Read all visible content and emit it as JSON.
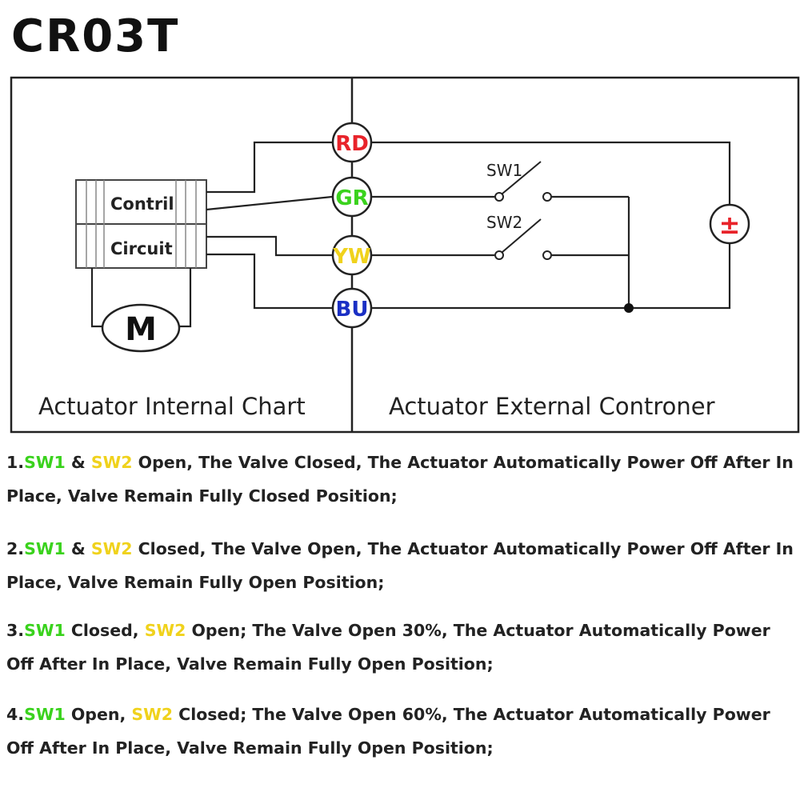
{
  "title": "CR03T",
  "diagram": {
    "internal": {
      "label_line1": "Contril",
      "label_line2": "Circuit",
      "motor": "M",
      "caption": "Actuator Internal Chart"
    },
    "external_caption": "Actuator External Controner",
    "terminals": [
      {
        "label": "RD",
        "color": "#e8232a"
      },
      {
        "label": "GR",
        "color": "#3ad21d"
      },
      {
        "label": "YW",
        "color": "#f0d21c"
      },
      {
        "label": "BU",
        "color": "#1a2fc4"
      }
    ],
    "switches": [
      {
        "label": "SW1"
      },
      {
        "label": "SW2"
      }
    ],
    "power_symbol": "±",
    "power_color": "#e8232a"
  },
  "notes": [
    {
      "num": "1.",
      "sw1": "SW1",
      "joiner": " & ",
      "sw2": "SW2",
      "line1_rest": " Open, The Valve Closed, The Actuator Automatically Power Off After In",
      "line2": "Place, Valve Remain Fully Closed Position;"
    },
    {
      "num": "2.",
      "sw1": "SW1",
      "joiner": " & ",
      "sw2": "SW2",
      "line1_rest": " Closed, The Valve Open, The Actuator Automatically Power Off After In",
      "line2": "Place, Valve Remain Fully Open Position;"
    },
    {
      "num": "3.",
      "sw1": "SW1",
      "joiner": " Closed, ",
      "sw2": "SW2",
      "line1_rest": " Open; The Valve Open 30%, The Actuator Automatically Power",
      "line2": "Off After In Place, Valve Remain Fully Open Position;"
    },
    {
      "num": "4.",
      "sw1": "SW1",
      "joiner": " Open, ",
      "sw2": "SW2",
      "line1_rest": " Closed; The Valve Open 60%, The Actuator Automatically Power",
      "line2": "Off After In Place, Valve Remain Fully Open Position;"
    }
  ]
}
